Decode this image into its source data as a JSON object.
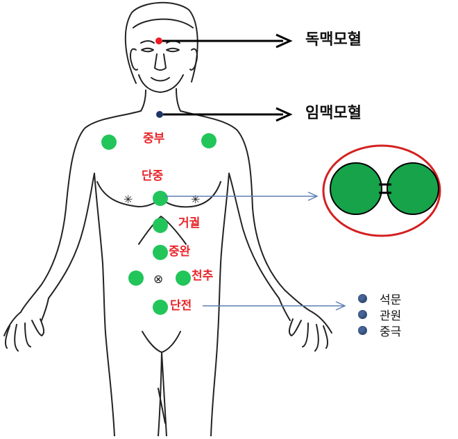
{
  "colors": {
    "point_green": "#22c55a",
    "label_red": "#e8262b",
    "dot_red": "#ee1c24",
    "dot_navy": "#1f3566",
    "arrow_blue": "#5b7fb5",
    "inset_border": "#d42020",
    "inset_fill": "#16a34a",
    "legend_dot": "#44659a"
  },
  "top_labels": {
    "dokmaek": "독맥모혈",
    "immaek": "임맥모혈"
  },
  "points": {
    "jungbu": "중부",
    "danjung": "단중",
    "geogwol": "거궐",
    "jungwan": "중완",
    "cheonchu": "천추",
    "danjeon": "단전"
  },
  "legend": {
    "items": [
      "석문",
      "관원",
      "중극"
    ]
  }
}
